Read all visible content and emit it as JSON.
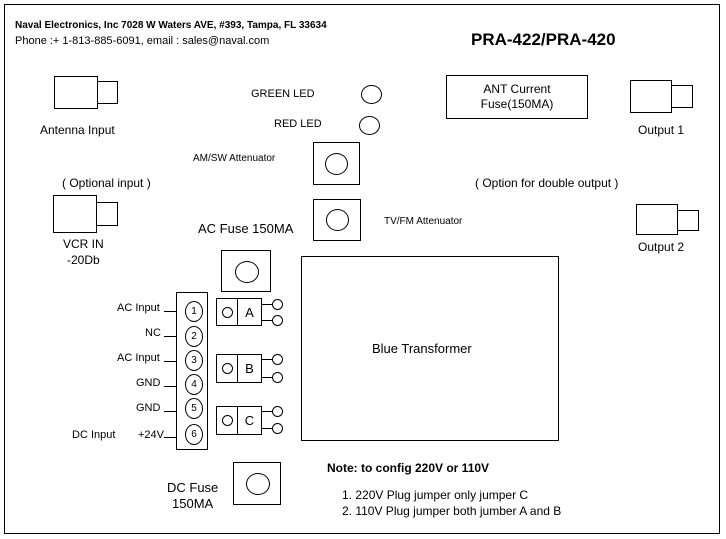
{
  "company": {
    "address_line": "Naval Electronics, Inc 7028 W Waters AVE, #393, Tampa, FL 33634",
    "contact_line": "Phone :+ 1-813-885-6091, email : sales@naval.com"
  },
  "model_title": "PRA-422/PRA-420",
  "labels": {
    "antenna_input": "Antenna Input",
    "optional_input": "( Optional input )",
    "vcr_in": "VCR IN",
    "vcr_level": "-20Db",
    "green_led": "GREEN LED",
    "red_led": "RED LED",
    "am_sw_attenuator": "AM/SW Attenuator",
    "tv_fm_attenuator": "TV/FM Attenuator",
    "ac_fuse": "AC Fuse 150MA",
    "ant_current_fuse_line1": "ANT Current",
    "ant_current_fuse_line2": "Fuse(150MA)",
    "output1": "Output 1",
    "option_double_output": "( Option for double output )",
    "output2": "Output 2",
    "blue_transformer": "Blue Transformer",
    "dc_fuse_line1": "DC Fuse",
    "dc_fuse_line2": "150MA",
    "dc_input": "DC Input"
  },
  "terminals": [
    {
      "number": "1",
      "label": "AC Input"
    },
    {
      "number": "2",
      "label": "NC"
    },
    {
      "number": "3",
      "label": "AC Input"
    },
    {
      "number": "4",
      "label": "GND"
    },
    {
      "number": "5",
      "label": "GND"
    },
    {
      "number": "6",
      "label": "+24V"
    }
  ],
  "jumpers": [
    "A",
    "B",
    "C"
  ],
  "note": {
    "title": "Note: to config 220V or 110V",
    "items": [
      "1. 220V Plug jumper only jumper C",
      "2. 110V Plug jumper both jumber A and B"
    ]
  }
}
